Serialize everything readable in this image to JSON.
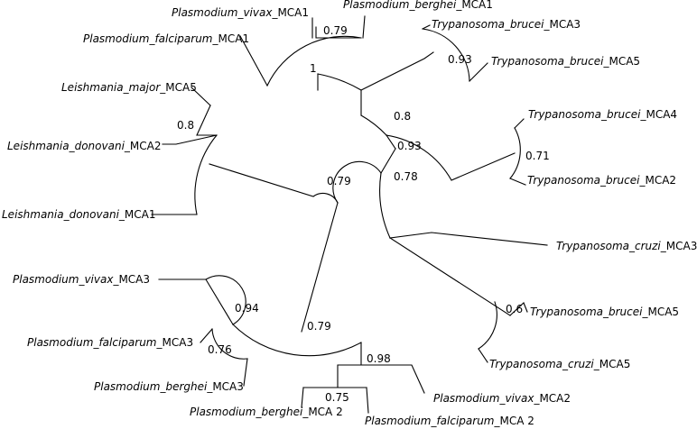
{
  "tree": {
    "leaves": [
      {
        "id": "pviv1",
        "italic": "Plasmodium_vivax",
        "suffix": "_MCA1"
      },
      {
        "id": "pber1",
        "italic": "Plasmodium_berghei",
        "suffix": "_MCA1"
      },
      {
        "id": "pfal1",
        "italic": "Plasmodium_falciparum",
        "suffix": "_MCA1"
      },
      {
        "id": "tbr3",
        "italic": "Trypanosoma_brucei",
        "suffix": "_MCA3"
      },
      {
        "id": "tbr5a",
        "italic": "Trypanosoma_brucei",
        "suffix": "_MCA5"
      },
      {
        "id": "lmaj5",
        "italic": "Leishmania_major",
        "suffix": "_MCA5"
      },
      {
        "id": "tbr4",
        "italic": "Trypanosoma_brucei",
        "suffix": "_MCA4"
      },
      {
        "id": "ldon2",
        "italic": "Leishmania_donovani",
        "suffix": "_MCA2"
      },
      {
        "id": "tbr2",
        "italic": "Trypanosoma_brucei",
        "suffix": "_MCA2"
      },
      {
        "id": "ldon1",
        "italic": "Leishmania_donovani",
        "suffix": "_MCA1"
      },
      {
        "id": "tcr3",
        "italic": "Trypanosoma_cruzi",
        "suffix": "_MCA3"
      },
      {
        "id": "pviv3",
        "italic": "Plasmodium_vivax",
        "suffix": "_MCA3"
      },
      {
        "id": "tbr5b",
        "italic": "Trypanosoma_brucei",
        "suffix": "_MCA5"
      },
      {
        "id": "pfal3",
        "italic": "Plasmodium_falciparum",
        "suffix": "_MCA3"
      },
      {
        "id": "tcr5",
        "italic": "Trypanosoma_cruzi",
        "suffix": "_MCA5"
      },
      {
        "id": "pber3",
        "italic": "Plasmodium_berghei",
        "suffix": "_MCA3"
      },
      {
        "id": "pviv2",
        "italic": "Plasmodium_vivax",
        "suffix": "_MCA2"
      },
      {
        "id": "pber2",
        "italic": "Plasmodium_berghei",
        "suffix": "_MCA 2"
      },
      {
        "id": "pfal2",
        "italic": "Plasmodium_falciparum",
        "suffix": "_MCA 2"
      }
    ],
    "support_values": [
      {
        "id": "s_pber_pviv1",
        "value": "0.79"
      },
      {
        "id": "s_tbr35",
        "value": "0.93"
      },
      {
        "id": "s_pfal1_clade",
        "value": "1"
      },
      {
        "id": "s_leish",
        "value": "0.8"
      },
      {
        "id": "s_tryp_top",
        "value": "0.8"
      },
      {
        "id": "s_tbr42",
        "value": "0.71"
      },
      {
        "id": "s_tryp_mid",
        "value": "0.93"
      },
      {
        "id": "s_root_left",
        "value": "0.79"
      },
      {
        "id": "s_tryp_low",
        "value": "0.78"
      },
      {
        "id": "s_pviv3_clade",
        "value": "0.94"
      },
      {
        "id": "s_tbr5_tcr5",
        "value": "0.6"
      },
      {
        "id": "s_pfal3_pber3",
        "value": "0.76"
      },
      {
        "id": "s_plas_low",
        "value": "0.79"
      },
      {
        "id": "s_pviv2_clade",
        "value": "0.98"
      },
      {
        "id": "s_pber2_pfal2",
        "value": "0.75"
      }
    ]
  }
}
